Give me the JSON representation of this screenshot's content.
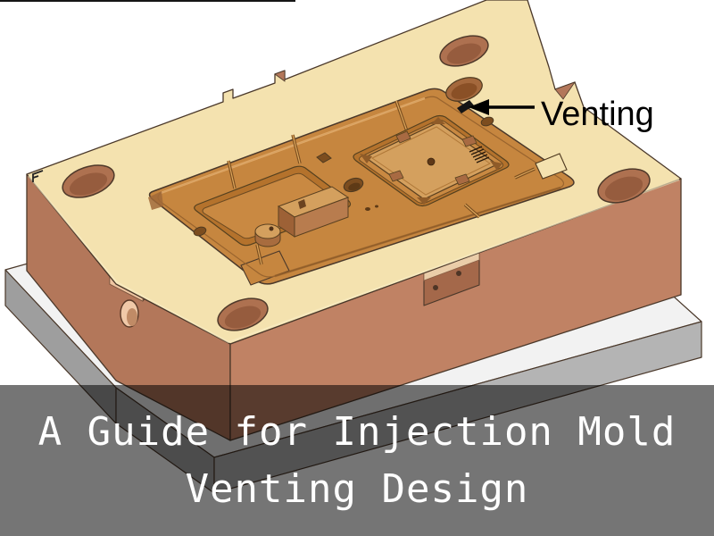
{
  "annotation": {
    "label": "Venting"
  },
  "banner": {
    "line1": "A Guide for Injection Mold",
    "line2": "Venting Design"
  },
  "colors": {
    "background": "#FFFFFF",
    "mold_top_face": "#F4E2AF",
    "mold_left_face": "#B3775A",
    "mold_right_face": "#C08264",
    "pocket_floor": "#C6863F",
    "cavity_ring": "#B4722C",
    "cavity_inner_floor": "#C98942",
    "insert_top": "#D4A05E",
    "bolt_hole": "#AE7150",
    "small_hole": "#7C4D1F",
    "base_plate_top": "#F2F2F2",
    "base_plate_front_left": "#9E9E9E",
    "base_plate_front_right": "#B4B4B4",
    "banner_overlay": "rgba(0,0,0,0.54)",
    "banner_text": "#FFFFFF",
    "annotation_color": "#000000"
  }
}
